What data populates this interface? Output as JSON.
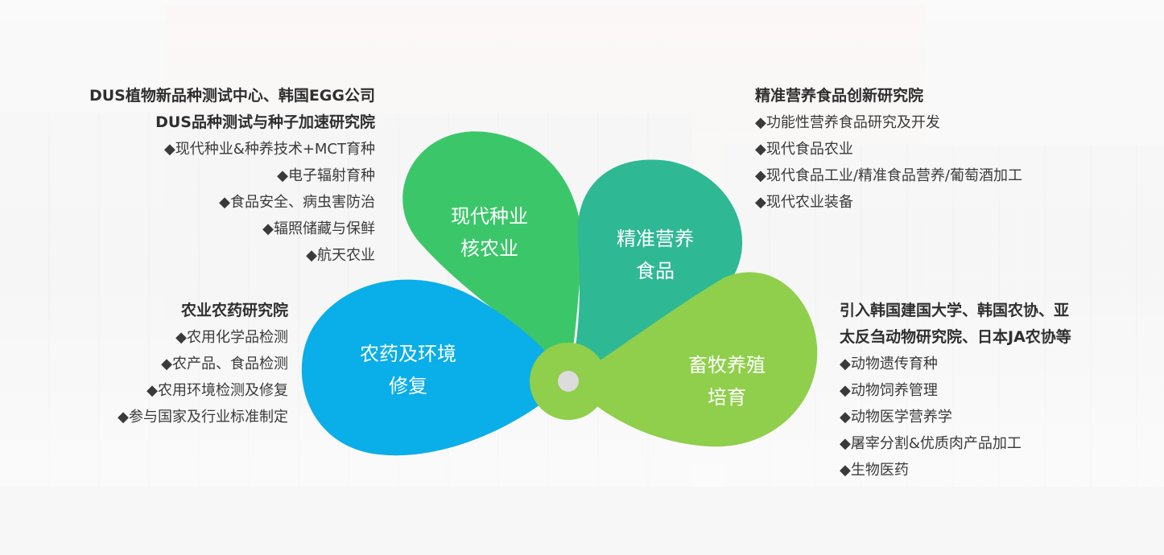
{
  "petals": [
    {
      "id": "seed",
      "lines": [
        "现代种业",
        "核农业"
      ],
      "color": "#3cc66a"
    },
    {
      "id": "nutrition",
      "lines": [
        "精准营养",
        "食品"
      ],
      "color": "#2fb894"
    },
    {
      "id": "pesticide",
      "lines": [
        "农药及环境",
        "修复"
      ],
      "color": "#0aaee8"
    },
    {
      "id": "livestock",
      "lines": [
        "畜牧养殖",
        "培育"
      ],
      "color": "#8fcf4b"
    }
  ],
  "center_color": "#8fcf4b",
  "blocks": {
    "top_left": {
      "headings": [
        "DUS植物新品种测试中心、韩国EGG公司",
        "DUS品种测试与种子加速研究院"
      ],
      "items": [
        "◆现代种业&种养技术+MCT育种",
        "◆电子辐射育种",
        "◆食品安全、病虫害防治",
        "◆辐照储藏与保鲜",
        "◆航天农业"
      ]
    },
    "bottom_left": {
      "headings": [
        "农业农药研究院"
      ],
      "items": [
        "◆农用化学品检测",
        "◆农产品、食品检测",
        "◆农用环境检测及修复",
        "◆参与国家及行业标准制定"
      ]
    },
    "top_right": {
      "headings": [
        "精准营养食品创新研究院"
      ],
      "items": [
        "◆功能性营养食品研究及开发",
        "◆现代食品农业",
        "◆现代食品工业/精准食品营养/葡萄酒加工",
        "◆现代农业装备"
      ]
    },
    "bottom_right": {
      "headings": [
        "引入韩国建国大学、韩国农协、亚",
        "太反刍动物研究院、日本JA农协等"
      ],
      "items": [
        "◆动物遗传育种",
        "◆动物饲养管理",
        "◆动物医学营养学",
        "◆屠宰分割&优质肉产品加工",
        "◆生物医药"
      ]
    }
  }
}
